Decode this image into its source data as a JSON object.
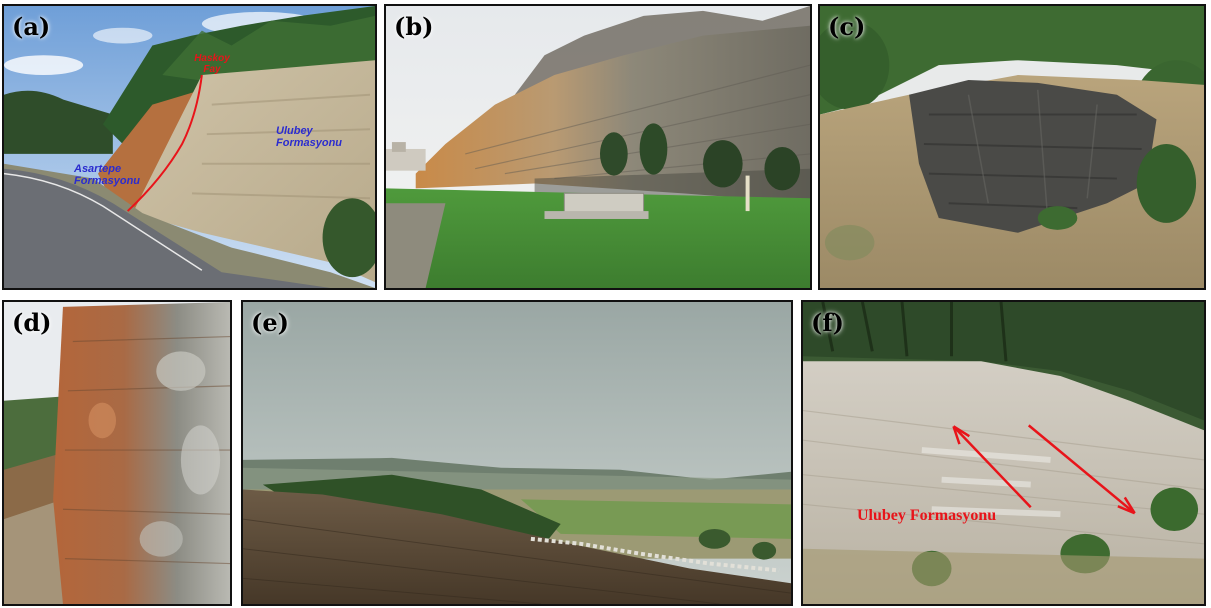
{
  "panels": {
    "a": {
      "label": "(a)",
      "annotations": {
        "fault": "Haskoy Fay",
        "formation_right": "Ulubey Formasyonu",
        "formation_left": "Asartepe Formasyonu"
      }
    },
    "b": {
      "label": "(b)"
    },
    "c": {
      "label": "(c)"
    },
    "d": {
      "label": "(d)"
    },
    "e": {
      "label": "(e)"
    },
    "f": {
      "label": "(f)",
      "annotations": {
        "formation": "Ulubey Formasyonu"
      }
    }
  },
  "colors": {
    "frame": "#111111",
    "label": "#000000",
    "annotation_blue": "#2b2ccf",
    "annotation_red": "#e8141a"
  }
}
